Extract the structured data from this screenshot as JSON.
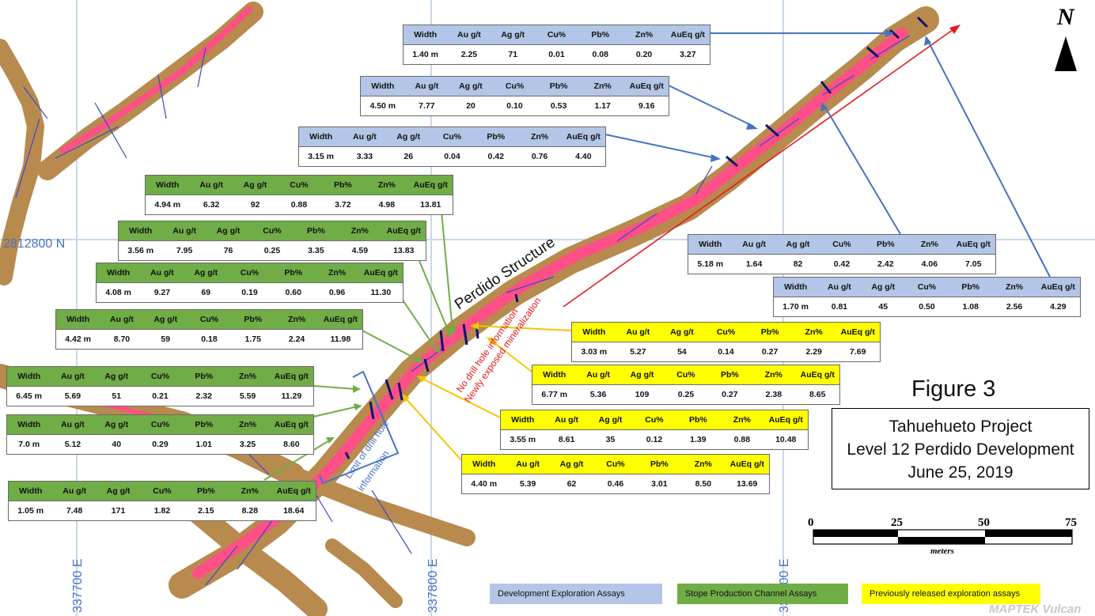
{
  "map": {
    "northing_label": "2812800 N",
    "easting_labels": [
      "337700 E",
      "337800 E",
      "337900 E"
    ],
    "structure_label": "Perdido Structure",
    "annotation_red": [
      "No drill hole information",
      "Newly exposed mineralization"
    ],
    "annotation_blue": [
      "Limit of drill hole",
      "information"
    ],
    "north_label": "N",
    "scale_ticks": [
      "0",
      "25",
      "50",
      "75"
    ],
    "scale_unit": "meters",
    "watermark": "MAPTEK Vulcan"
  },
  "figure": {
    "label": "Figure 3",
    "title_lines": [
      "Tahuehueto Project",
      "Level 12 Perdido Development",
      "June 25, 2019"
    ]
  },
  "headers": [
    "Width",
    "Au g/t",
    "Ag g/t",
    "Cu%",
    "Pb%",
    "Zn%",
    "AuEq g/t"
  ],
  "tables": [
    {
      "type": "blue",
      "values": [
        "1.40 m",
        "2.25",
        "71",
        "0.01",
        "0.08",
        "0.20",
        "3.27"
      ]
    },
    {
      "type": "blue",
      "values": [
        "4.50 m",
        "7.77",
        "20",
        "0.10",
        "0.53",
        "1.17",
        "9.16"
      ]
    },
    {
      "type": "blue",
      "values": [
        "3.15 m",
        "3.33",
        "26",
        "0.04",
        "0.42",
        "0.76",
        "4.40"
      ]
    },
    {
      "type": "green",
      "values": [
        "4.94 m",
        "6.32",
        "92",
        "0.88",
        "3.72",
        "4.98",
        "13.81"
      ]
    },
    {
      "type": "green",
      "values": [
        "3.56 m",
        "7.95",
        "76",
        "0.25",
        "3.35",
        "4.59",
        "13.83"
      ]
    },
    {
      "type": "green",
      "values": [
        "4.08 m",
        "9.27",
        "69",
        "0.19",
        "0.60",
        "0.96",
        "11.30"
      ]
    },
    {
      "type": "green",
      "values": [
        "4.42 m",
        "8.70",
        "59",
        "0.18",
        "1.75",
        "2.24",
        "11.98"
      ]
    },
    {
      "type": "green",
      "values": [
        "6.45 m",
        "5.69",
        "51",
        "0.21",
        "2.32",
        "5.59",
        "11.29"
      ]
    },
    {
      "type": "green",
      "values": [
        "7.0 m",
        "5.12",
        "40",
        "0.29",
        "1.01",
        "3.25",
        "8.60"
      ]
    },
    {
      "type": "green",
      "values": [
        "1.05 m",
        "7.48",
        "171",
        "1.82",
        "2.15",
        "8.28",
        "18.64"
      ]
    },
    {
      "type": "blue",
      "values": [
        "5.18 m",
        "1.64",
        "82",
        "0.42",
        "2.42",
        "4.06",
        "7.05"
      ]
    },
    {
      "type": "blue",
      "values": [
        "1.70 m",
        "0.81",
        "45",
        "0.50",
        "1.08",
        "2.56",
        "4.29"
      ]
    },
    {
      "type": "yellow",
      "values": [
        "3.03 m",
        "5.27",
        "54",
        "0.14",
        "0.27",
        "2.29",
        "7.69"
      ]
    },
    {
      "type": "yellow",
      "values": [
        "6.77 m",
        "5.36",
        "109",
        "0.25",
        "0.27",
        "2.38",
        "8.65"
      ]
    },
    {
      "type": "yellow",
      "values": [
        "3.55 m",
        "8.61",
        "35",
        "0.12",
        "1.39",
        "0.88",
        "10.48"
      ]
    },
    {
      "type": "yellow",
      "values": [
        "4.40 m",
        "5.39",
        "62",
        "0.46",
        "3.01",
        "8.50",
        "13.69"
      ]
    }
  ],
  "legend": [
    {
      "label": "Development Exploration Assays",
      "color": "#b4c6e7"
    },
    {
      "label": "Stope Production Channel Assays",
      "color": "#70ad47"
    },
    {
      "label": "Previously released exploration assays",
      "color": "#ffff00"
    }
  ],
  "colors": {
    "tunnel": "#b88a4e",
    "vein": "#ff4f86",
    "drill": "#3d47c9",
    "grid": "#c9d8ea",
    "red_arrow": "#e41b1b",
    "blue_arrow": "#4472c4",
    "green_arrow": "#70ad47",
    "yellow_arrow": "#f5c400"
  }
}
